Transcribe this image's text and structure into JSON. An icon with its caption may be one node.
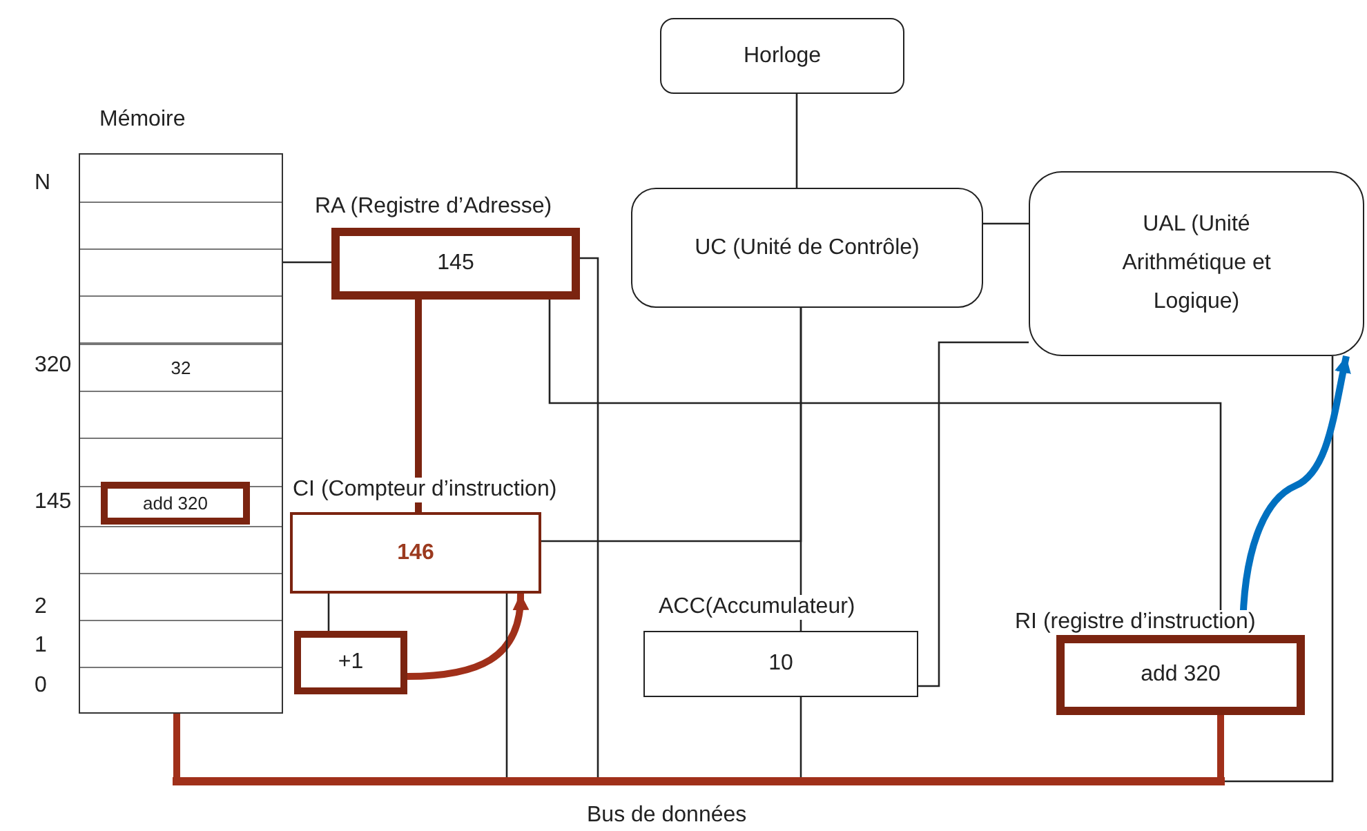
{
  "diagram": {
    "nodes": [
      {
        "text": [
          "Mémoire"
        ]
      },
      {
        "text": [
          "32"
        ],
        "in": 0,
        "beside": [
          "320"
        ]
      },
      {
        "text": [
          "add 320"
        ],
        "in": 0,
        "beside": [
          "145"
        ]
      },
      {
        "text": [
          "RA (Registre d’Adresse)",
          "145"
        ]
      },
      {
        "text": [
          "CI (Compteur d’instruction)",
          "146"
        ]
      },
      {
        "text": [
          "+1"
        ]
      },
      {
        "text": [
          "Horloge"
        ]
      },
      {
        "text": [
          "UC (Unité de Contrôle)"
        ]
      },
      {
        "text": [
          "UAL (Unité Arithmétique et Logique)"
        ]
      },
      {
        "text": [
          "ACC(Accumulateur)",
          "10"
        ]
      },
      {
        "text": [
          "RI (registre d’instruction)",
          "add 320"
        ]
      },
      {
        "text": [
          "Bus de données"
        ]
      }
    ],
    "edges": [
      {
        "from": 0,
        "to": 3,
        "arrow": "none"
      },
      {
        "from": 3,
        "to": 4,
        "arrow": "none",
        "style": "thick",
        "color": "#7b2410"
      },
      {
        "from": 3,
        "to": 11,
        "arrow": "none"
      },
      {
        "from": 3,
        "to": 10,
        "arrow": "none"
      },
      {
        "from": 6,
        "to": 7,
        "arrow": "none"
      },
      {
        "from": 7,
        "to": 8,
        "arrow": "none"
      },
      {
        "from": 7,
        "to": 9,
        "arrow": "none"
      },
      {
        "from": 4,
        "to": 7,
        "arrow": "none"
      },
      {
        "from": 9,
        "to": 11,
        "arrow": "none"
      },
      {
        "from": 8,
        "to": 9,
        "arrow": "none"
      },
      {
        "from": 8,
        "to": 11,
        "arrow": "none"
      },
      {
        "from": 10,
        "to": 8,
        "arrow": "to",
        "style": "thick",
        "color": "#0070c0"
      },
      {
        "from": 5,
        "to": 4,
        "arrow": "to",
        "style": "thick",
        "color": "#a0301a"
      },
      {
        "from": 4,
        "to": 5,
        "arrow": "none"
      },
      {
        "from": 4,
        "to": 11,
        "arrow": "none"
      },
      {
        "from": 2,
        "to": 11,
        "arrow": "none",
        "style": "thick",
        "color": "#a0301a"
      },
      {
        "from": 10,
        "to": 11,
        "arrow": "none",
        "style": "thick",
        "color": "#a0301a"
      }
    ],
    "labels": [
      "N",
      "2",
      "1",
      "0"
    ]
  }
}
